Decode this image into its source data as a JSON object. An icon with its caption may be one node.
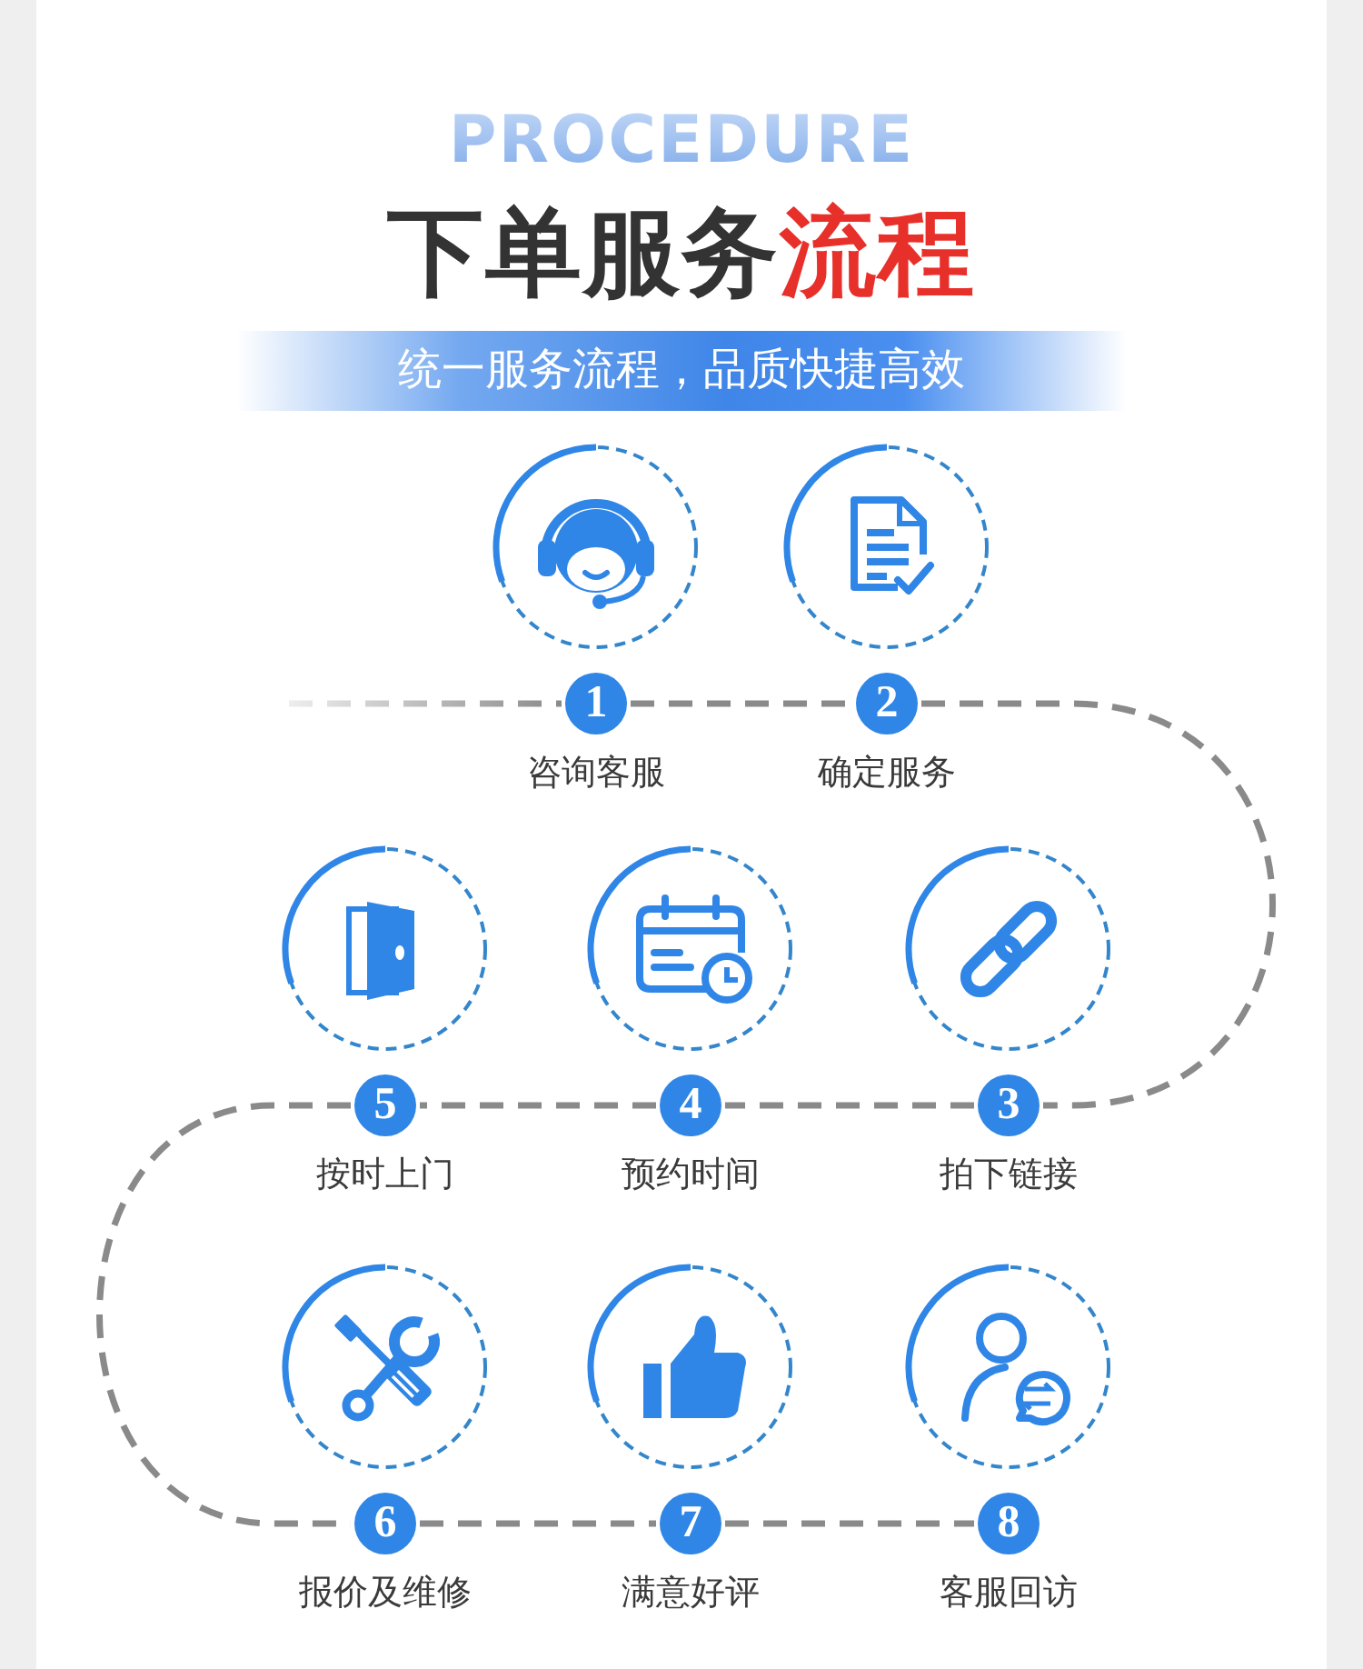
{
  "diagram": {
    "title": "下单服务流程",
    "nodes": [
      {
        "text": [
          "1"
        ],
        "beside": [
          "咨询客服"
        ]
      },
      {
        "text": [
          "2"
        ],
        "beside": [
          "确定服务"
        ]
      },
      {
        "text": [
          "3"
        ],
        "beside": [
          "拍下链接"
        ]
      },
      {
        "text": [
          "4"
        ],
        "beside": [
          "预约时间"
        ]
      },
      {
        "text": [
          "5"
        ],
        "beside": [
          "按时上门"
        ]
      },
      {
        "text": [
          "6"
        ],
        "beside": [
          "报价及维修"
        ]
      },
      {
        "text": [
          "7"
        ],
        "beside": [
          "满意好评"
        ]
      },
      {
        "text": [
          "8"
        ],
        "beside": [
          "客服回访"
        ]
      }
    ],
    "edges": [
      {
        "from": null,
        "to": 0,
        "arrow": "none",
        "style": "dashed"
      },
      {
        "from": 0,
        "to": 1,
        "arrow": "none",
        "style": "dashed"
      },
      {
        "from": 1,
        "to": 2,
        "arrow": "none",
        "style": "dashed"
      },
      {
        "from": 2,
        "to": 3,
        "arrow": "none",
        "style": "dashed"
      },
      {
        "from": 3,
        "to": 4,
        "arrow": "none",
        "style": "dashed"
      },
      {
        "from": 4,
        "to": 5,
        "arrow": "none",
        "style": "dashed"
      },
      {
        "from": 5,
        "to": 6,
        "arrow": "none",
        "style": "dashed"
      },
      {
        "from": 6,
        "to": 7,
        "arrow": "none",
        "style": "dashed"
      }
    ],
    "labels": [
      "PROCEDURE",
      "统一服务流程，品质快捷高效"
    ]
  }
}
